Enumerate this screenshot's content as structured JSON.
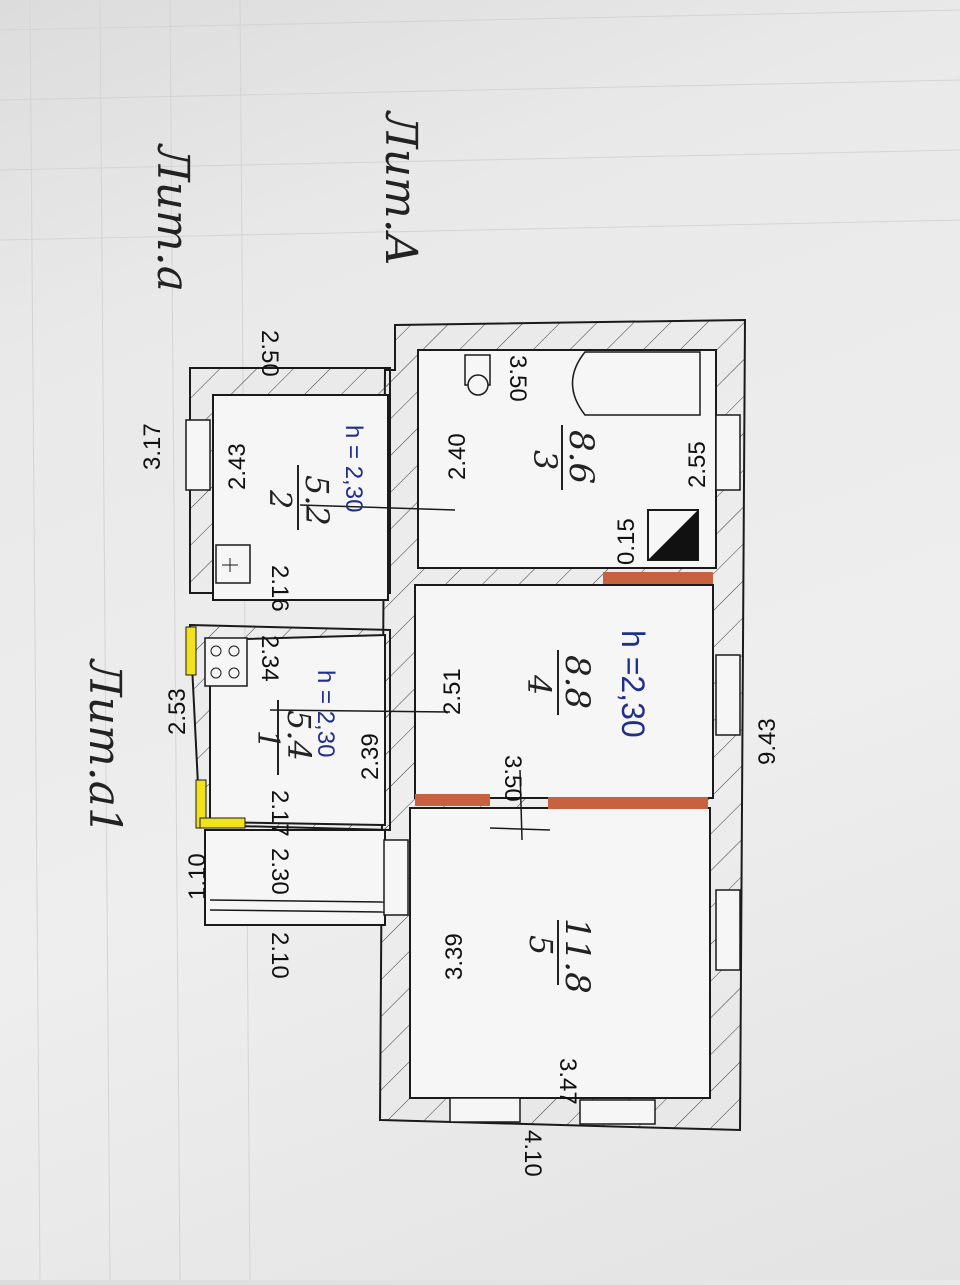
{
  "labels": {
    "lit_a_small": "Лит.а",
    "lit_a_big": "Лит.А",
    "lit_a1": "Лит.а1"
  },
  "rooms": [
    {
      "id": "1",
      "number": "1",
      "area": "5.4",
      "height": "h = 2,30"
    },
    {
      "id": "2",
      "number": "2",
      "area": "5.2",
      "height": "h = 2,30"
    },
    {
      "id": "3",
      "number": "3",
      "area": "8.6"
    },
    {
      "id": "4",
      "number": "4",
      "area": "8.8",
      "height": "h =2,30"
    },
    {
      "id": "5",
      "number": "5",
      "area": "11.8"
    }
  ],
  "dimensions": {
    "d_3_17": "3.17",
    "d_2_50": "2.50",
    "d_2_43": "2.43",
    "d_2_40": "2.40",
    "d_3_50_room3": "3.50",
    "d_0_15": "0.15",
    "d_2_55": "2.55",
    "d_2_16": "2.16",
    "d_2_34": "2.34",
    "d_2_51": "2.51",
    "d_2_53": "2.53",
    "d_2_39": "2.39",
    "d_2_17": "2.17",
    "d_3_50_room4": "3.50",
    "d_9_43": "9.43",
    "d_1_10": "1.10",
    "d_2_30": "2.30",
    "d_2_10": "2.10",
    "d_3_39": "3.39",
    "d_3_47": "3.47",
    "d_4_10": "4.10"
  },
  "colors": {
    "wall_line": "#1a1a1a",
    "blue_text": "#1f2f8a",
    "partition_orange": "#c8613f",
    "window_yellow": "#f2e21c"
  }
}
